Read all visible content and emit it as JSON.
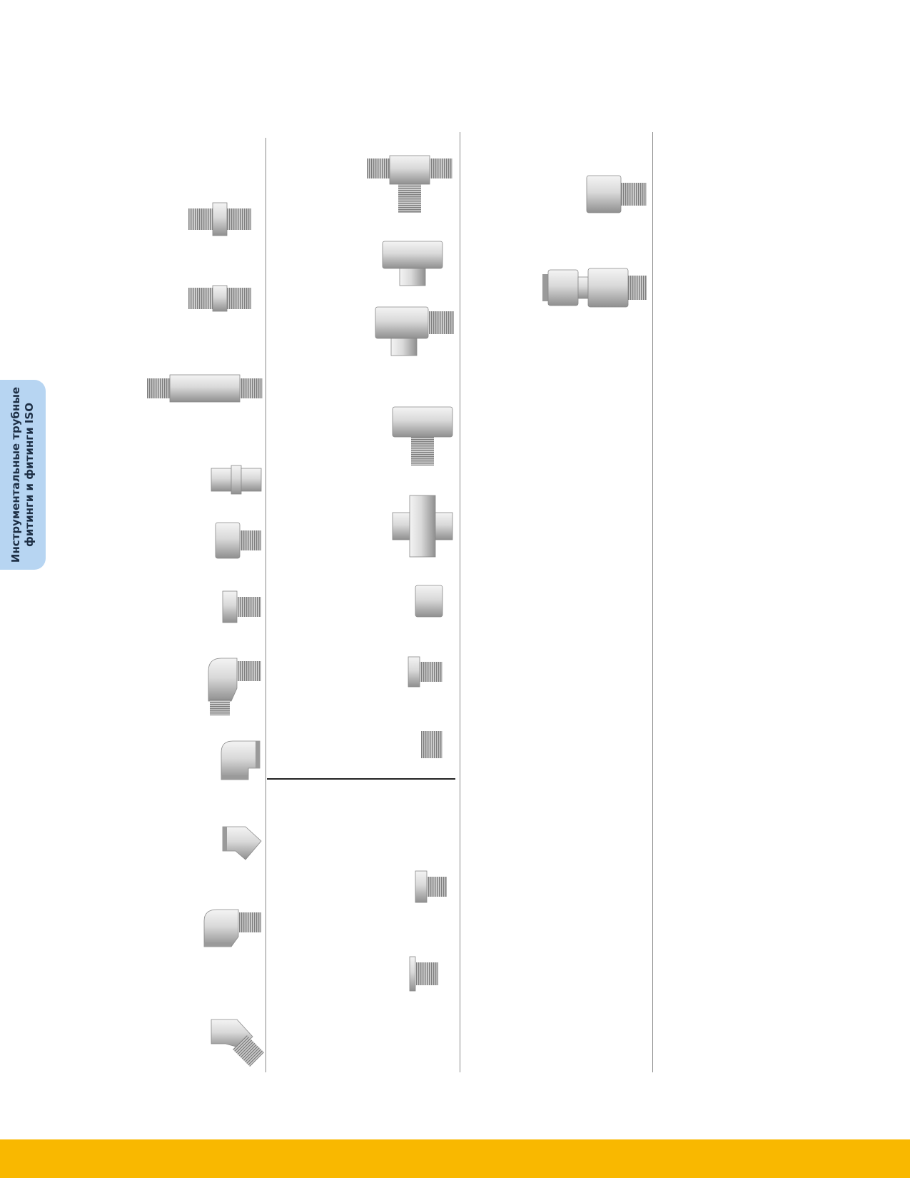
{
  "side_tab": {
    "line1": "Инструментальные трубные",
    "line2": "фитинги и фитинги ISO"
  },
  "colors": {
    "tab_background": "#b7d5f2",
    "footer_bar": "#f9b800",
    "divider": "#8a8a8a"
  },
  "columns": [
    {
      "name": "column-1",
      "parts": [
        "hex-nipple",
        "close-nipple",
        "long-nipple",
        "female-coupling",
        "reducing-adapter",
        "hex-plug",
        "street-elbow",
        "female-elbow",
        "female-elbow-45",
        "female-branch-elbow",
        "street-elbow-45"
      ]
    },
    {
      "name": "column-2",
      "parts": [
        "male-tee",
        "female-tee",
        "male-run-tee",
        "male-branch-tee",
        "female-cross",
        "hex-cap",
        "hex-head-plug",
        "square-plug",
        "bleed-plug",
        "flange-plug"
      ]
    },
    {
      "name": "column-3",
      "parts": [
        "female-adapter",
        "tube-adapter"
      ]
    }
  ]
}
